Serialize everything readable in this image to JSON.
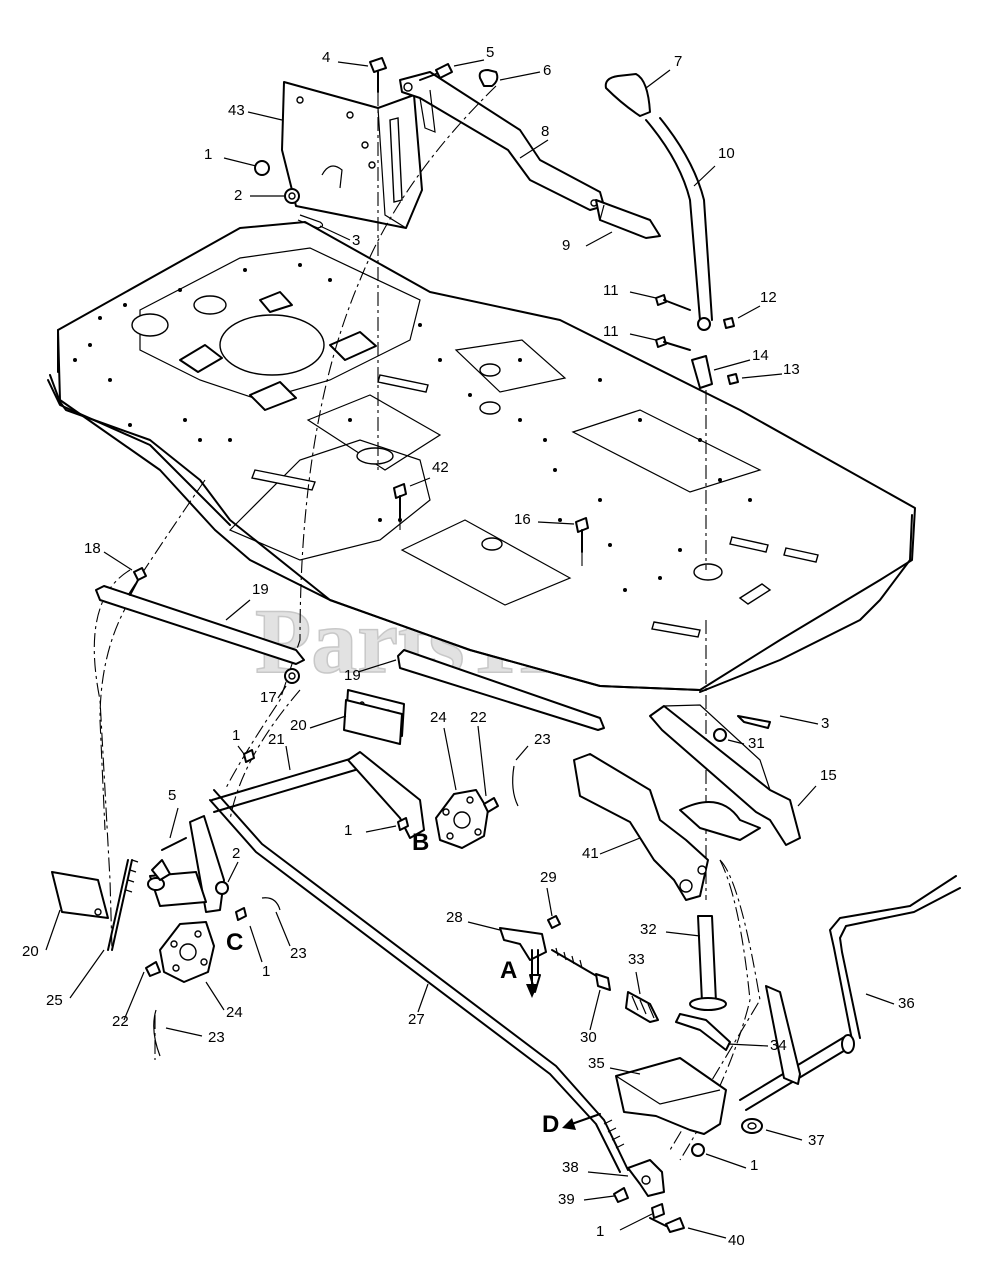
{
  "watermark": {
    "text": "PartsTree",
    "trademark": "TM"
  },
  "callouts": [
    {
      "label": "4"
    },
    {
      "label": "5"
    },
    {
      "label": "6"
    },
    {
      "label": "7"
    },
    {
      "label": "43"
    },
    {
      "label": "8"
    },
    {
      "label": "10"
    },
    {
      "label": "1"
    },
    {
      "label": "2"
    },
    {
      "label": "3"
    },
    {
      "label": "9"
    },
    {
      "label": "11"
    },
    {
      "label": "12"
    },
    {
      "label": "11"
    },
    {
      "label": "14"
    },
    {
      "label": "13"
    },
    {
      "label": "42"
    },
    {
      "label": "16"
    },
    {
      "label": "18"
    },
    {
      "label": "19"
    },
    {
      "label": "17"
    },
    {
      "label": "19"
    },
    {
      "label": "3"
    },
    {
      "label": "31"
    },
    {
      "label": "20"
    },
    {
      "label": "24"
    },
    {
      "label": "22"
    },
    {
      "label": "23"
    },
    {
      "label": "1"
    },
    {
      "label": "21"
    },
    {
      "label": "15"
    },
    {
      "label": "5"
    },
    {
      "label": "1"
    },
    {
      "label": "41"
    },
    {
      "label": "2"
    },
    {
      "label": "29"
    },
    {
      "label": "20"
    },
    {
      "label": "28"
    },
    {
      "label": "32"
    },
    {
      "label": "23"
    },
    {
      "label": "1"
    },
    {
      "label": "25"
    },
    {
      "label": "33"
    },
    {
      "label": "22"
    },
    {
      "label": "24"
    },
    {
      "label": "27"
    },
    {
      "label": "30"
    },
    {
      "label": "36"
    },
    {
      "label": "23"
    },
    {
      "label": "34"
    },
    {
      "label": "35"
    },
    {
      "label": "37"
    },
    {
      "label": "38"
    },
    {
      "label": "1"
    },
    {
      "label": "39"
    },
    {
      "label": "1"
    },
    {
      "label": "40"
    }
  ],
  "reference_letters": [
    {
      "label": "A"
    },
    {
      "label": "B"
    },
    {
      "label": "C"
    },
    {
      "label": "D"
    }
  ]
}
